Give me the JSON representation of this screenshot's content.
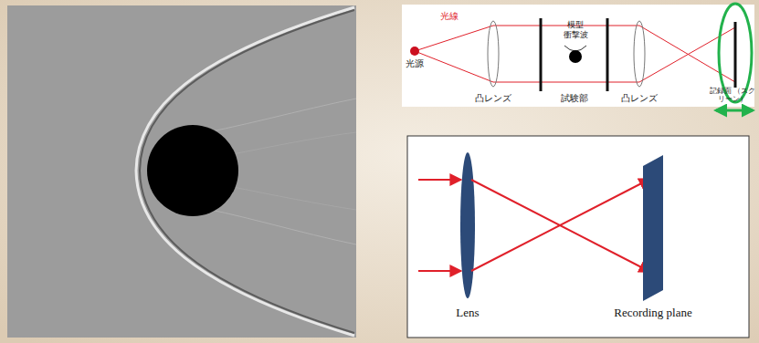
{
  "diagram": {
    "labels": [
      "光線",
      "光源",
      "模型",
      "衝撃波",
      "凸レンズ",
      "試験部",
      "凸レンズ",
      "記録面 （スクリーン）",
      "Lens",
      "Recording plane"
    ]
  }
}
